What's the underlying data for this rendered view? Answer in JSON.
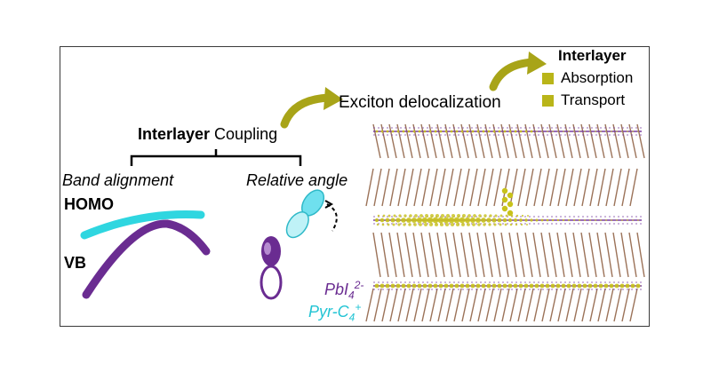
{
  "coupling": {
    "bold": "Interlayer",
    "rest": " Coupling"
  },
  "band_alignment": "Band alignment",
  "relative_angle": "Relative angle",
  "homo": "HOMO",
  "vb": "VB",
  "pbi": {
    "base": "PbI",
    "sub": "4",
    "sup": "2-"
  },
  "pyr": {
    "base": "Pyr-C",
    "sub": "4",
    "sup": "+"
  },
  "exciton": "Exciton delocalization",
  "interlayer_panel": {
    "title": "Interlayer",
    "items": [
      "Absorption",
      "Transport"
    ]
  },
  "colors": {
    "homo": "#2fd6e0",
    "vb": "#6a2c91",
    "arrow": "#a8a418",
    "legend": "#b9b519",
    "orbital_cyan": "#6fe0ee",
    "orbital_purple": "#6a2c91"
  }
}
